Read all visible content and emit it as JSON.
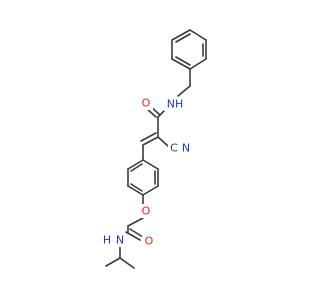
{
  "molecule": {
    "atom_labels": {
      "amide_o_top": "O",
      "amide_nh_top": "NH",
      "nitrile_n": "N",
      "nitrile_c": "C",
      "ether_o": "O",
      "amide_o_bottom": "O",
      "amide_n_bottom": "N",
      "amide_h_bottom": "H"
    },
    "colors": {
      "bond": "#3a3a3a",
      "oxygen": "#e8261c",
      "nitrogen": "#1f35cc",
      "carbon": "#3a3a3a"
    }
  }
}
